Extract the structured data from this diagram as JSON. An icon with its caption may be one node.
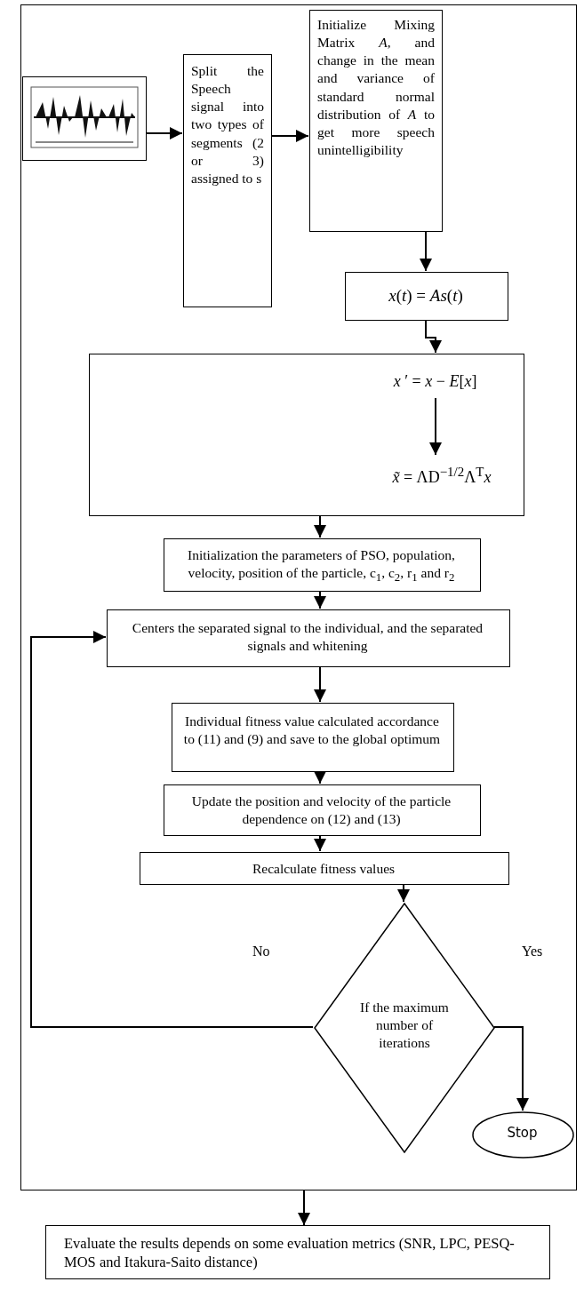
{
  "diagram": {
    "nodes": [
      {
        "text": [],
        "shape": "box"
      },
      {
        "text": [],
        "shape": "picture",
        "in": 0
      },
      {
        "text": [
          "Split the Speech signal into two types of segments (2 or 3) assigned to s"
        ],
        "in": 0
      },
      {
        "text": [
          "Initialize Mixing Matrix *A*, and change in the mean and variance of standard normal distribution of *A* to get more speech unintelligibility"
        ],
        "in": 0
      },
      {
        "text": [
          "*x*(*t*) = *As*(*t*)"
        ],
        "in": 0
      },
      {
        "text": [],
        "shape": "box",
        "in": 0
      },
      {
        "text": [
          "*x* ′ = *x* − *E*[*x*]"
        ],
        "in": 5
      },
      {
        "text": [
          "*x̃* = ΛD$^{−1/2}$Λ$^{T}$*x*"
        ],
        "in": 5
      },
      {
        "text": [
          "Initialization the parameters of PSO, population, velocity, position of the particle, c$_{1}$, c$_{2}$, r$_{1}$ and r$_{2}$"
        ],
        "in": 0
      },
      {
        "text": [
          "Centers the separated signal to the individual, and the separated signals and whitening"
        ],
        "in": 0
      },
      {
        "text": [
          "Individual fitness value calculated accordance to (11) and (9) and save to the global optimum"
        ],
        "in": 0
      },
      {
        "text": [
          "Update the position and velocity of the particle dependence on (12) and (13)"
        ],
        "in": 0
      },
      {
        "text": [
          "Recalculate fitness values"
        ],
        "in": 0
      },
      {
        "text": [
          "If the maximum number of iterations"
        ],
        "in": 0
      },
      {
        "text": [
          "Stop"
        ],
        "in": 0
      },
      {
        "text": [
          "Evaluate the results depends on some evaluation metrics (SNR, LPC, PESQ-MOS and Itakura-Saito distance)"
        ]
      }
    ],
    "edges": [
      {
        "from": 1,
        "to": 2,
        "arrow": "to"
      },
      {
        "from": 2,
        "to": 3,
        "arrow": "to"
      },
      {
        "from": 3,
        "to": 4,
        "arrow": "to"
      },
      {
        "from": 4,
        "to": 5,
        "arrow": "to"
      },
      {
        "from": 6,
        "to": 7,
        "arrow": "to"
      },
      {
        "from": 5,
        "to": 8,
        "arrow": "to"
      },
      {
        "from": 8,
        "to": 9,
        "arrow": "to"
      },
      {
        "from": 9,
        "to": 10,
        "arrow": "to"
      },
      {
        "from": 10,
        "to": 11,
        "arrow": "to"
      },
      {
        "from": 11,
        "to": 12,
        "arrow": "to"
      },
      {
        "from": 12,
        "to": 13,
        "arrow": "to"
      },
      {
        "from": 13,
        "to": 9,
        "label": "No",
        "arrow": "to"
      },
      {
        "from": 13,
        "to": 14,
        "label": "Yes",
        "arrow": "to"
      },
      {
        "from": 0,
        "to": 15,
        "arrow": "to"
      }
    ]
  }
}
